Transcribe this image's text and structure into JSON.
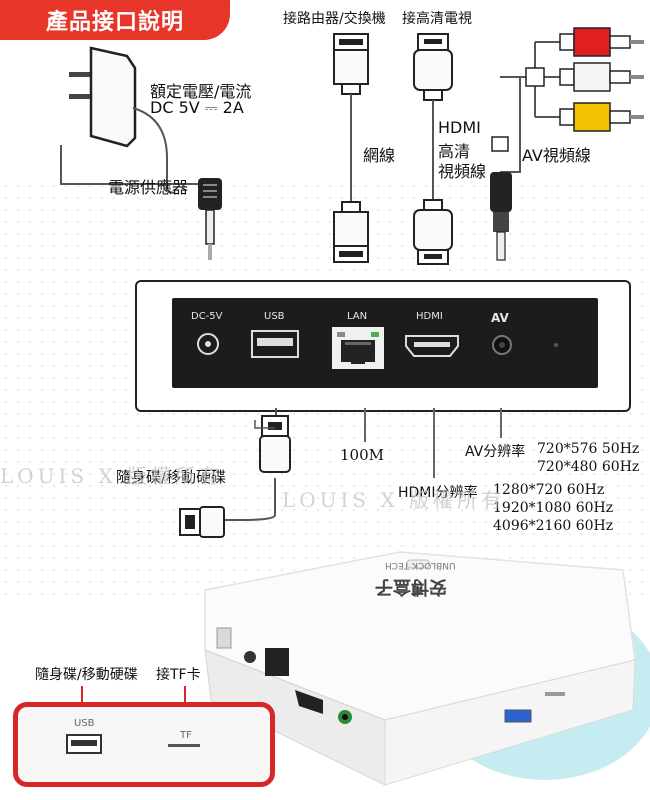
{
  "title": "產品接口說明",
  "labels": {
    "rated_voltage_line1": "額定電壓/電流",
    "rated_voltage_line2": "DC 5V ⎓ 2A",
    "power_supply": "電源供應器",
    "router_switch": "接路由器/交換機",
    "hd_tv": "接高清電視",
    "network_cable": "網線",
    "hdmi_cable_1": "HDMI",
    "hdmi_cable_2": "高清",
    "hdmi_cable_3": "視頻線",
    "av_cable": "AV視頻線",
    "usb_hdd_top": "隨身碟/移動硬碟",
    "lan_speed": "100M",
    "av_resolution_label": "AV分辨率",
    "av_res_1": "720*576 50Hz",
    "av_res_2": "720*480 60Hz",
    "hdmi_resolution_label": "HDMI分辨率",
    "hdmi_res_1": "1280*720   60Hz",
    "hdmi_res_2": "1920*1080 60Hz",
    "hdmi_res_3": "4096*2160 60Hz",
    "usb_hdd_bottom": "隨身碟/移動硬碟",
    "tf_card": "接TF卡"
  },
  "ports": {
    "dc": "DC-5V",
    "usb": "USB",
    "lan": "LAN",
    "hdmi": "HDMI",
    "av": "AV",
    "side_usb": "USB",
    "side_tf": "TF"
  },
  "watermark": {
    "text_1": "LOUIS X 版權所有",
    "text_2": "LOUIS X 版權所有"
  },
  "device": {
    "logo_text": "UNBLOCK TECH",
    "brand": "安博盒子"
  },
  "colors": {
    "accent": "#e8352a",
    "panel": "#1c1c1c",
    "lan_green": "#4caf50",
    "plug_red": "#e02020",
    "plug_white": "#f4f4f4",
    "plug_yellow": "#f2c200",
    "teal": "#bfeaef"
  }
}
